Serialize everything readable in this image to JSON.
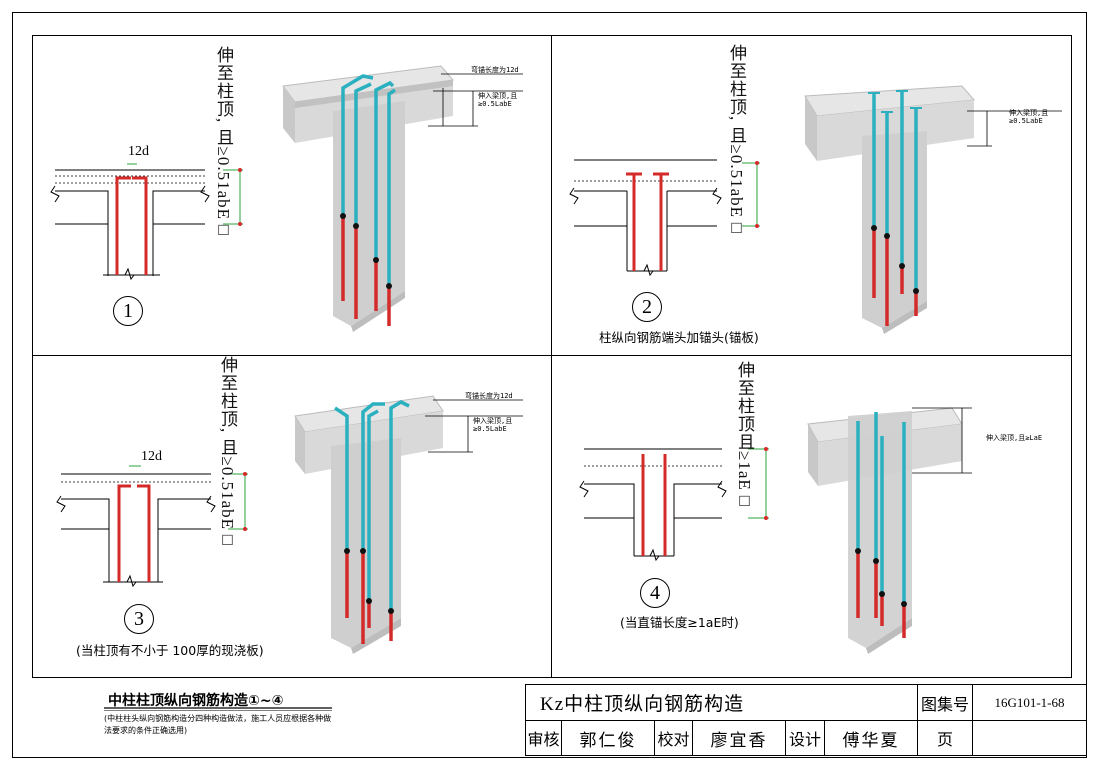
{
  "panels": [
    {
      "number": "1",
      "dim_label": "伸至柱顶, 且≥0.51abE□",
      "top_label": "12d",
      "caption": "",
      "note1": "弯锚长度为12d",
      "note2": "伸入梁顶,且",
      "note3": "≥0.5LabE"
    },
    {
      "number": "2",
      "dim_label": "伸至柱顶, 且≥0.51abE□",
      "top_label": "",
      "caption": "柱纵向钢筋端头加锚头(锚板)",
      "note1": "",
      "note2": "伸入梁顶,且",
      "note3": "≥0.5LabE"
    },
    {
      "number": "3",
      "dim_label": "伸至柱顶, 且≥0.51abE□",
      "top_label": "12d",
      "caption": "(当柱顶有不小于 100厚的现浇板)",
      "note1": "弯锚长度为12d",
      "note2": "伸入梁顶,且",
      "note3": "≥0.5LabE"
    },
    {
      "number": "4",
      "dim_label": "伸至柱顶且≥1aE□",
      "top_label": "",
      "caption": "(当直锚长度≥1aE时)",
      "note1": "",
      "note2": "伸入梁顶,且≥LaE",
      "note3": ""
    }
  ],
  "footer": {
    "left_title": "中柱柱顶纵向钢筋构造①~④",
    "left_note": "(中柱柱头纵向钢筋构造分四种构造做法，施工人员应根据各种做法要求的条件正确选用)"
  },
  "title_block": {
    "title": "Kz中柱顶纵向钢筋构造",
    "atlas_label": "图集号",
    "atlas_value": "16G101-1-68",
    "review_label": "审核",
    "review_name": "郭仁俊",
    "check_label": "校对",
    "check_name": "廖宜香",
    "design_label": "设计",
    "design_name": "傅华夏",
    "page_label": "页",
    "page_value": ""
  },
  "colors": {
    "rebar_red": "#d42a2a",
    "rebar_teal": "#2ab0bf",
    "dim_green": "#2aa33a",
    "concrete": "#d6d6d6"
  }
}
